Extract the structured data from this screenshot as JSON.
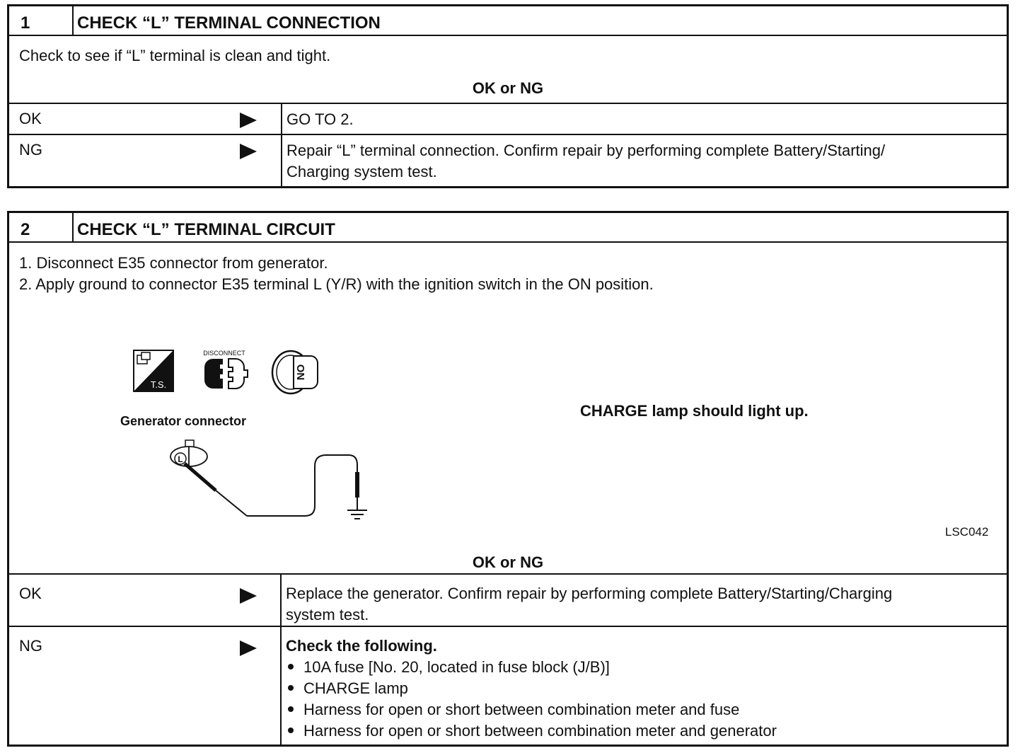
{
  "step1": {
    "number": "1",
    "title": "CHECK “L” TERMINAL CONNECTION",
    "instruction": "Check to see if “L” terminal is clean and tight.",
    "result_heading": "OK or NG",
    "ok": {
      "label": "OK",
      "action": "GO TO 2."
    },
    "ng": {
      "label": "NG",
      "action_lines": [
        "Repair “L” terminal connection. Confirm repair by performing complete Battery/Starting/",
        "Charging system test."
      ]
    }
  },
  "step2": {
    "number": "2",
    "title": "CHECK “L” TERMINAL CIRCUIT",
    "instructions": [
      "1.  Disconnect E35 connector from generator.",
      "2.  Apply ground to connector E35 terminal L (Y/R) with the ignition switch in the ON position."
    ],
    "figure": {
      "icons": [
        "test-shield-icon",
        "disconnect-connector-icon",
        "ignition-on-icon"
      ],
      "icon_texts": {
        "ts": "T.S.",
        "disconnect": "DISCONNECT",
        "on": "ON"
      },
      "connector_label": "Generator connector",
      "terminal_letter": "L",
      "note": "CHARGE lamp should light up.",
      "code": "LSC042"
    },
    "result_heading": "OK or NG",
    "ok": {
      "label": "OK",
      "action_lines": [
        "Replace the generator. Confirm repair by performing complete Battery/Starting/Charging",
        "system test."
      ]
    },
    "ng": {
      "label": "NG",
      "heading": "Check the following.",
      "items": [
        "10A fuse [No. 20, located in fuse block (J/B)]",
        "CHARGE lamp",
        "Harness for open or short between combination meter and fuse",
        "Harness for open or short between combination meter and generator"
      ]
    }
  }
}
